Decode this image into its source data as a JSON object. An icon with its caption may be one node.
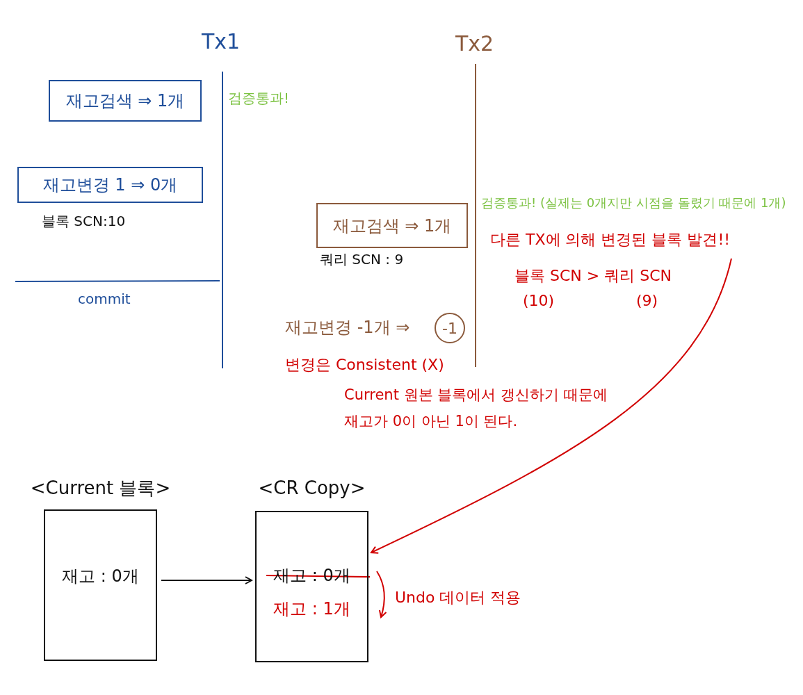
{
  "diagram": {
    "nodes": [
      {
        "text": [
          "재고검색 ⇒ 1개"
        ],
        "beside": [
          "검증통과!"
        ]
      },
      {
        "text": [
          "재고변경 1 ⇒ 0개"
        ],
        "beside": [
          "블록 SCN:10"
        ]
      },
      {
        "text": [
          "재고검색 ⇒ 1개"
        ],
        "beside": [
          "쿼리 SCN : 9"
        ]
      },
      {
        "text": [
          "-1"
        ],
        "beside": [
          "재고변경 -1개 ⇒"
        ]
      },
      {
        "text": [
          "<Current 블록>",
          "재고 : 0개"
        ]
      },
      {
        "text": [
          "<CR Copy>",
          "재고 : 0개",
          "재고 : 1개"
        ]
      },
      {
        "text": [
          "다른 TX에 의해 변경된 블록 발견!!"
        ]
      }
    ],
    "edges": [
      {
        "from": 4,
        "to": 5,
        "arrow": "to"
      },
      {
        "from": 6,
        "to": 5,
        "arrow": "to",
        "color": "#d10000"
      }
    ],
    "labels": [
      "Tx1",
      "Tx2",
      "commit",
      "검증통과! (실제는 0개지만 시점을 돌렸기 때문에 1개)",
      "블록 SCN > 쿼리 SCN",
      "(10)",
      "(9)",
      "변경은 Consistent (X)",
      "Current 원본 블록에서 갱신하기 때문에 재고가 0이 아닌 1이 된다.",
      "Undo 데이터 적용"
    ]
  }
}
